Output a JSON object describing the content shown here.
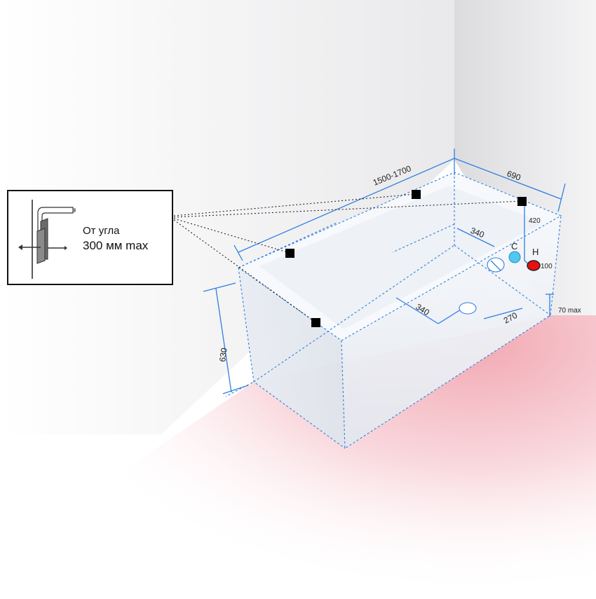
{
  "dimensions": {
    "length": "1500-1700",
    "width": "690",
    "height": "630",
    "overflow_height": "420",
    "overflow_offset": "340",
    "drain_offset": "340",
    "drain_distance": "270",
    "pipe_height": "70 max",
    "hot_offset": "100"
  },
  "connections": {
    "cold_label": "C",
    "hot_label": "H",
    "cold_color": "#4fc8f2",
    "hot_color": "#e81010"
  },
  "inset": {
    "line1": "От угла",
    "line2": "300 мм max"
  },
  "colors": {
    "dimension": "#2f7fe0",
    "floor": "#f6c6cc"
  }
}
